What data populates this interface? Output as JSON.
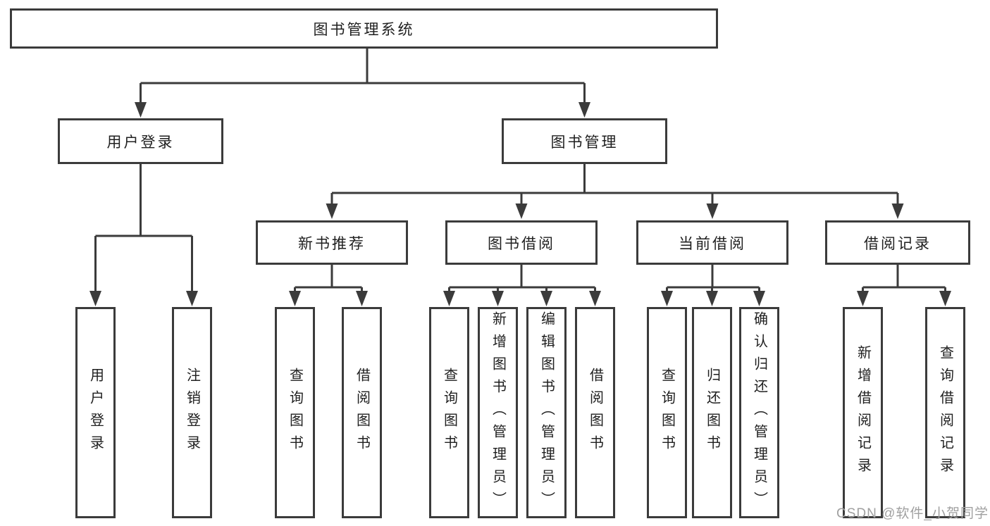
{
  "tree": {
    "root": {
      "label": "图书管理系统"
    },
    "level2": [
      {
        "label": "用户登录"
      },
      {
        "label": "图书管理"
      }
    ],
    "level3": [
      {
        "label": "新书推荐"
      },
      {
        "label": "图书借阅"
      },
      {
        "label": "当前借阅"
      },
      {
        "label": "借阅记录"
      }
    ],
    "leaves": {
      "user_login": [
        "用户登录",
        "注销登录"
      ],
      "new_book_recommend": [
        "查询图书",
        "借阅图书"
      ],
      "book_borrow": [
        "查询图书",
        "新增图书（管理员）",
        "编辑图书（管理员）",
        "借阅图书"
      ],
      "current_borrow": [
        "查询图书",
        "归还图书",
        "确认归还（管理员）"
      ],
      "borrow_records": [
        "新增借阅记录",
        "查询借阅记录"
      ]
    }
  },
  "watermark": "CSDN @软件_小贺同学",
  "colors": {
    "line": "#3b3b3b",
    "box_border": "#3b3b3b",
    "text": "#1f1f1f",
    "watermark": "#a0a0a0",
    "background": "#ffffff"
  }
}
